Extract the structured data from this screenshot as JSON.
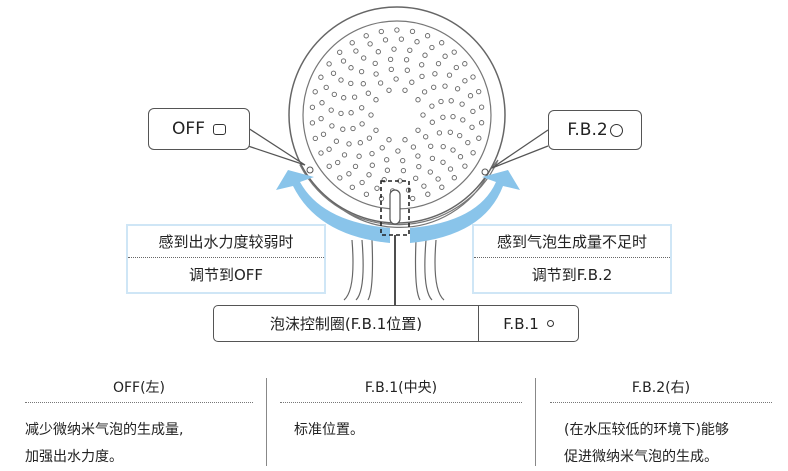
{
  "callouts": {
    "off": "OFF",
    "fb2": "F.B.2"
  },
  "arrow_left": {
    "line1": "感到出水力度较弱时",
    "line2": "调节到OFF"
  },
  "arrow_right": {
    "line1": "感到气泡生成量不足时",
    "line2": "调节到F.B.2"
  },
  "control_ring": {
    "label": "泡沫控制圈(F.B.1位置)",
    "value": "F.B.1"
  },
  "columns": [
    {
      "title": "OFF(左)",
      "lines": [
        "减少微纳米气泡的生成量,",
        "加强出水力度。"
      ]
    },
    {
      "title": "F.B.1(中央)",
      "lines": [
        "标准位置。"
      ]
    },
    {
      "title": "F.B.2(右)",
      "lines": [
        "(在水压较低的环境下)能够",
        "促进微纳米气泡的生成。"
      ]
    }
  ],
  "colors": {
    "arrow": "#89c4ea",
    "box_border": "#cfe6f6",
    "line": "#444444"
  }
}
